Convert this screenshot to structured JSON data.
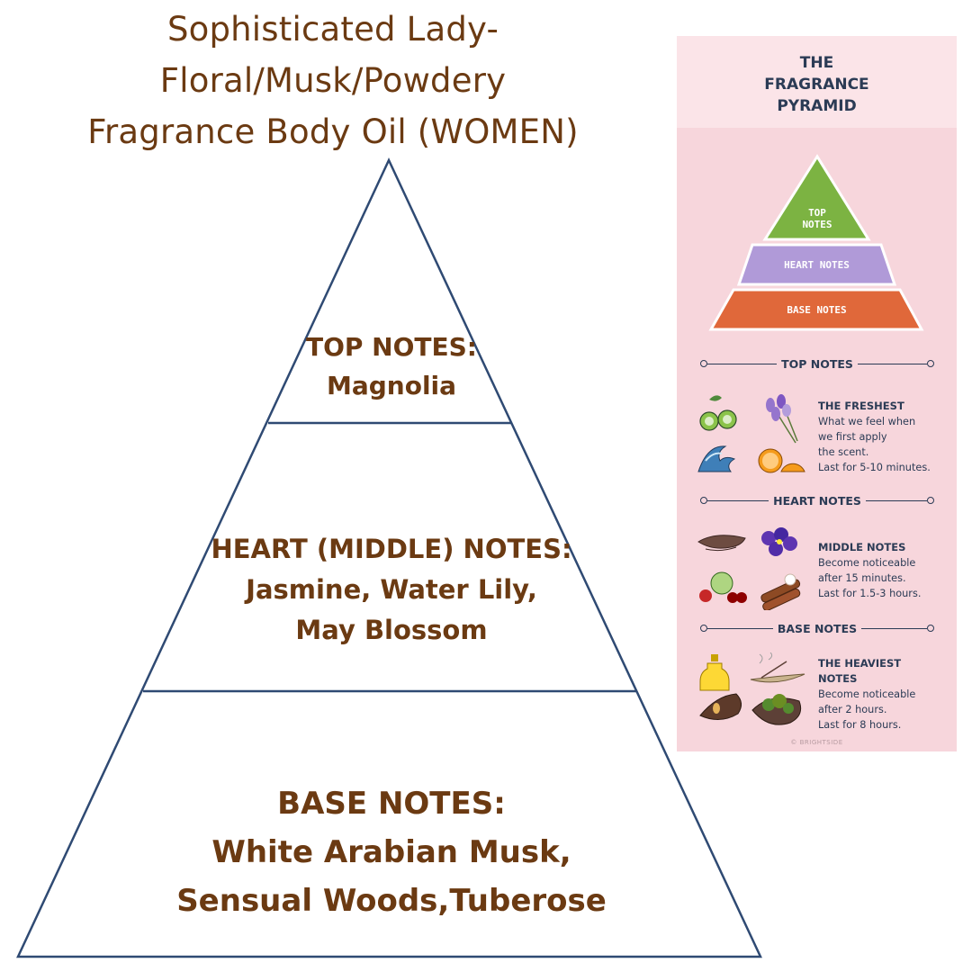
{
  "title": {
    "lines": [
      "Sophisticated Lady-",
      "Floral/Musk/Powdery",
      "Fragrance Body Oil (WOMEN)"
    ]
  },
  "pyramid": {
    "top": {
      "heading": "TOP NOTES:",
      "lines": [
        "Magnolia"
      ]
    },
    "heart": {
      "heading": "HEART (MIDDLE) NOTES:",
      "lines": [
        "Jasmine, Water Lily,",
        "May Blossom"
      ]
    },
    "base": {
      "heading": "BASE NOTES:",
      "lines": [
        "White Arabian Musk,",
        "Sensual Woods,Tuberose"
      ]
    }
  },
  "infographic": {
    "title_lines": [
      "THE",
      "FRAGRANCE",
      "PYRAMID"
    ],
    "mini_pyramid": {
      "top_lines": [
        "TOP",
        "NOTES"
      ],
      "heart": "HEART NOTES",
      "base": "BASE NOTES",
      "colors": {
        "top": "#7cb342",
        "heart": "#b09ad8",
        "base": "#e0683a"
      }
    },
    "sections": [
      {
        "divider": "TOP NOTES",
        "lines": [
          "THE FRESHEST",
          "What we feel when",
          "we first apply",
          "the scent.",
          "Last for 5-10 minutes."
        ],
        "icons": [
          "cucumber-icon",
          "lavender-icon",
          "wave-icon",
          "orange-icon"
        ]
      },
      {
        "divider": "HEART NOTES",
        "lines": [
          "MIDDLE NOTES",
          "Become noticeable",
          "after 15 minutes.",
          "Last for 1.5-3 hours."
        ],
        "icons": [
          "bark-icon",
          "violet-flower-icon",
          "fruit-icon",
          "cinnamon-icon"
        ]
      },
      {
        "divider": "BASE NOTES",
        "lines": [
          "THE HEAVIEST",
          "NOTES",
          "Become noticeable",
          "after 2 hours.",
          "Last for 8 hours."
        ],
        "icons": [
          "oil-bottle-icon",
          "incense-icon",
          "wood-icon",
          "moss-icon"
        ]
      }
    ],
    "credit": "© BRIGHTSIDE"
  }
}
